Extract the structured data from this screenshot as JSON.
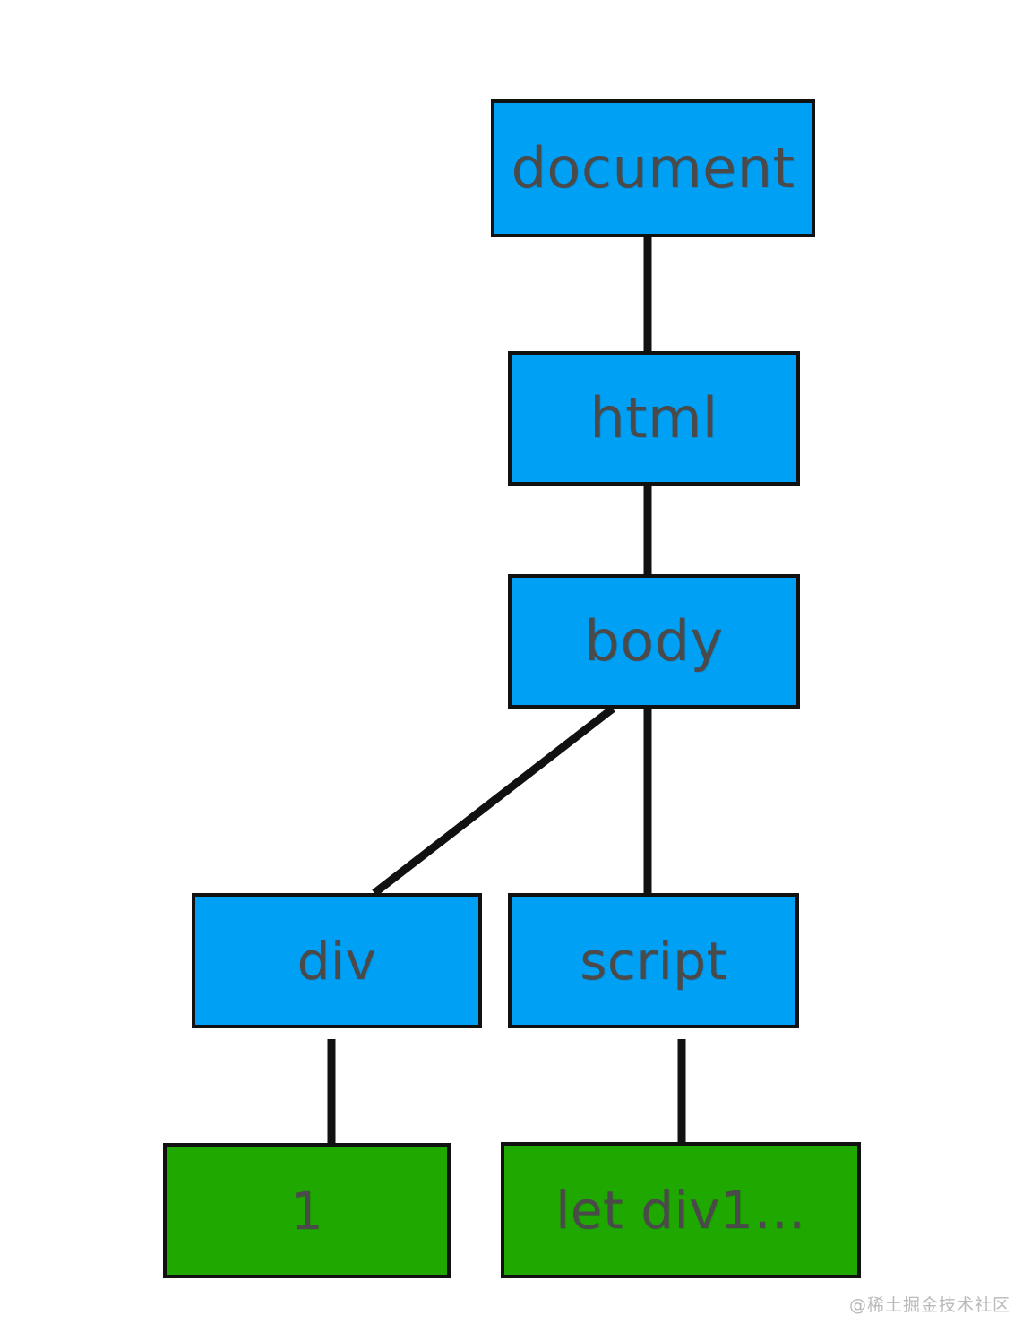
{
  "diagram": {
    "title": "DOM tree diagram",
    "type": "tree",
    "colors": {
      "element_node_fill": "#00A0F5",
      "text_node_fill": "#1FA800",
      "border": "#111111",
      "label_text": "#4A4A4A",
      "background": "#FFFFFF",
      "watermark_text": "#B9B9B9"
    },
    "nodes": [
      {
        "id": "document",
        "label": "document",
        "kind": "element",
        "fill": "#00A0F5"
      },
      {
        "id": "html",
        "label": "html",
        "kind": "element",
        "fill": "#00A0F5"
      },
      {
        "id": "body",
        "label": "body",
        "kind": "element",
        "fill": "#00A0F5"
      },
      {
        "id": "div",
        "label": "div",
        "kind": "element",
        "fill": "#00A0F5"
      },
      {
        "id": "script",
        "label": "script",
        "kind": "element",
        "fill": "#00A0F5"
      },
      {
        "id": "text1",
        "label": "1",
        "kind": "text",
        "fill": "#1FA800"
      },
      {
        "id": "textlet",
        "label": "let div1…",
        "kind": "text",
        "fill": "#1FA800"
      }
    ],
    "edges": [
      {
        "from": "document",
        "to": "html",
        "style": "straight"
      },
      {
        "from": "html",
        "to": "body",
        "style": "straight"
      },
      {
        "from": "body",
        "to": "div",
        "style": "diagonal"
      },
      {
        "from": "body",
        "to": "script",
        "style": "straight"
      },
      {
        "from": "div",
        "to": "text1",
        "style": "straight"
      },
      {
        "from": "script",
        "to": "textlet",
        "style": "straight"
      }
    ]
  },
  "watermark": {
    "text": "@稀土掘金技术社区"
  }
}
